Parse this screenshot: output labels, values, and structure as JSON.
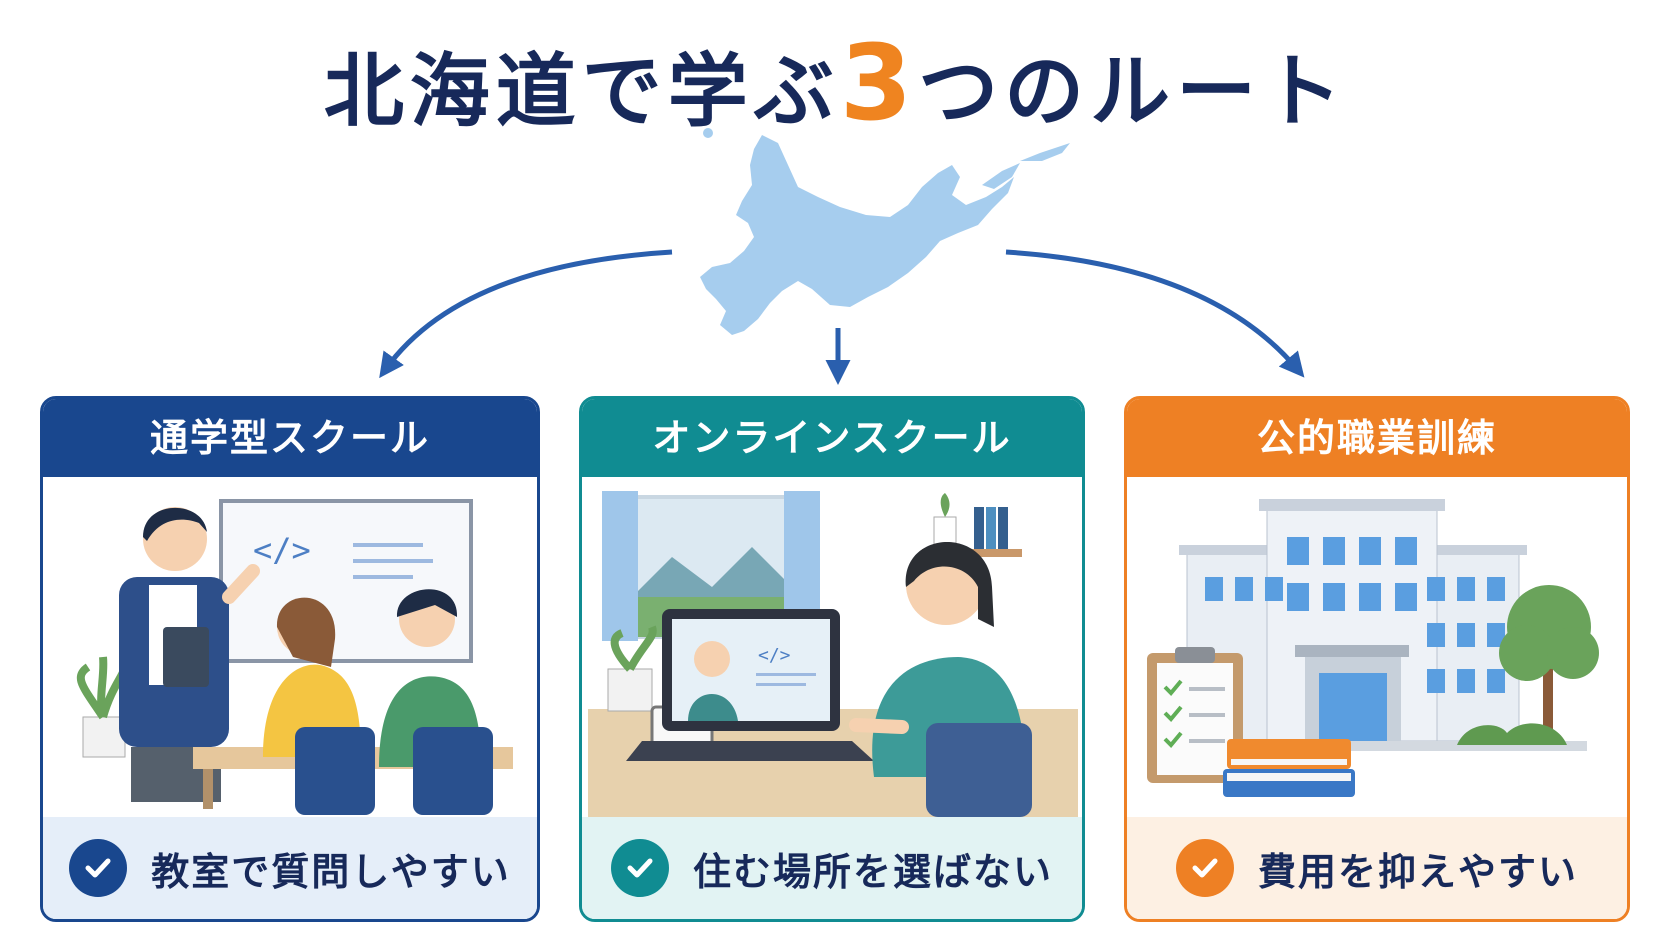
{
  "title": {
    "prefix": "北海道で学ぶ",
    "number": "3",
    "suffix": "つのルート"
  },
  "colors": {
    "navy": "#19478e",
    "teal": "#108c92",
    "orange": "#ee8024",
    "title": "#17295a",
    "map": "#a6cdee"
  },
  "routes": [
    {
      "name": "通学型スクール",
      "benefit": "教室で質問しやすい",
      "icon": "check-icon"
    },
    {
      "name": "オンラインスクール",
      "benefit": "住む場所を選ばない",
      "icon": "check-icon"
    },
    {
      "name": "公的職業訓練",
      "benefit": "費用を抑えやすい",
      "icon": "check-icon"
    }
  ]
}
